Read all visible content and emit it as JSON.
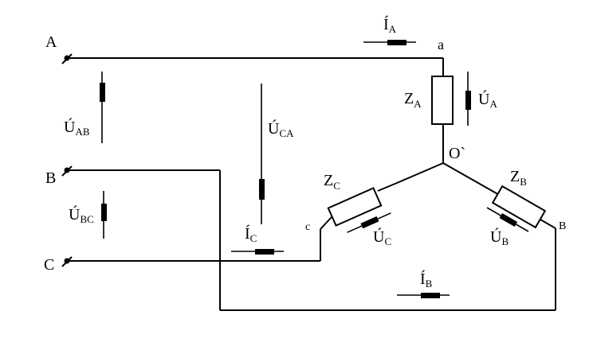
{
  "nodes": {
    "A": "A",
    "B": "B",
    "C": "C",
    "a": "a",
    "b": "B",
    "c": "c",
    "neutral": "O`"
  },
  "impedances": {
    "ZA": {
      "main": "Z",
      "sub": "A"
    },
    "ZB": {
      "main": "Z",
      "sub": "B"
    },
    "ZC": {
      "main": "Z",
      "sub": "C"
    }
  },
  "currents": {
    "IA": {
      "main": "Í",
      "sub": "A"
    },
    "IB": {
      "main": "Í",
      "sub": "B"
    },
    "IC": {
      "main": "Í",
      "sub": "C"
    }
  },
  "voltages": {
    "UAB": {
      "main": "Ú",
      "sub": "AB"
    },
    "UBC": {
      "main": "Ú",
      "sub": "BC"
    },
    "UCA": {
      "main": "Ú",
      "sub": "CA"
    },
    "UA": {
      "main": "Ú",
      "sub": "A"
    },
    "UB": {
      "main": "Ú",
      "sub": "B"
    },
    "UC": {
      "main": "Ú",
      "sub": "C"
    }
  }
}
